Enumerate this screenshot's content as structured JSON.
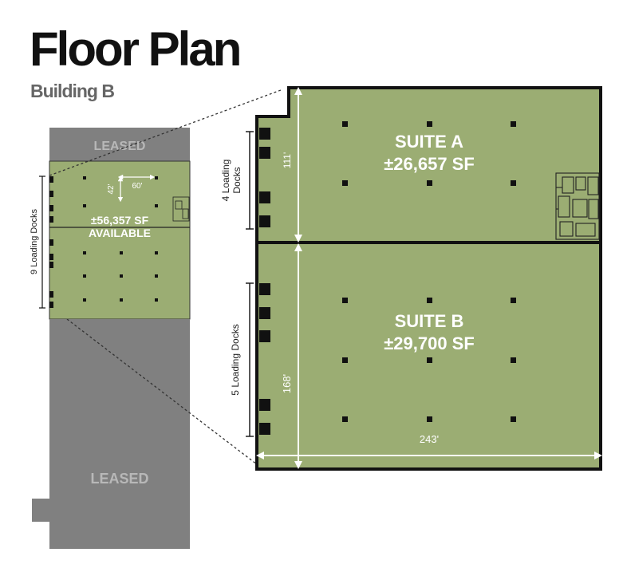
{
  "title": "Floor Plan",
  "subtitle": "Building B",
  "colors": {
    "leased": "#808080",
    "available": "#9bad73",
    "outline": "#111111",
    "dimension": "#ffffff"
  },
  "overview": {
    "leased_top_label": "LEASED",
    "leased_bottom_label": "LEASED",
    "available_area": "±56,357 SF",
    "available_label": "AVAILABLE",
    "docks_label": "9 Loading Docks",
    "bay_width": "60'",
    "bay_depth": "42'"
  },
  "suite_a": {
    "name": "SUITE A",
    "area": "±26,657 SF",
    "depth": "111'",
    "docks_label_line1": "4 Loading",
    "docks_label_line2": "Docks"
  },
  "suite_b": {
    "name": "SUITE B",
    "area": "±29,700 SF",
    "depth": "168'",
    "width": "243'",
    "docks_label": "5 Loading Docks"
  }
}
